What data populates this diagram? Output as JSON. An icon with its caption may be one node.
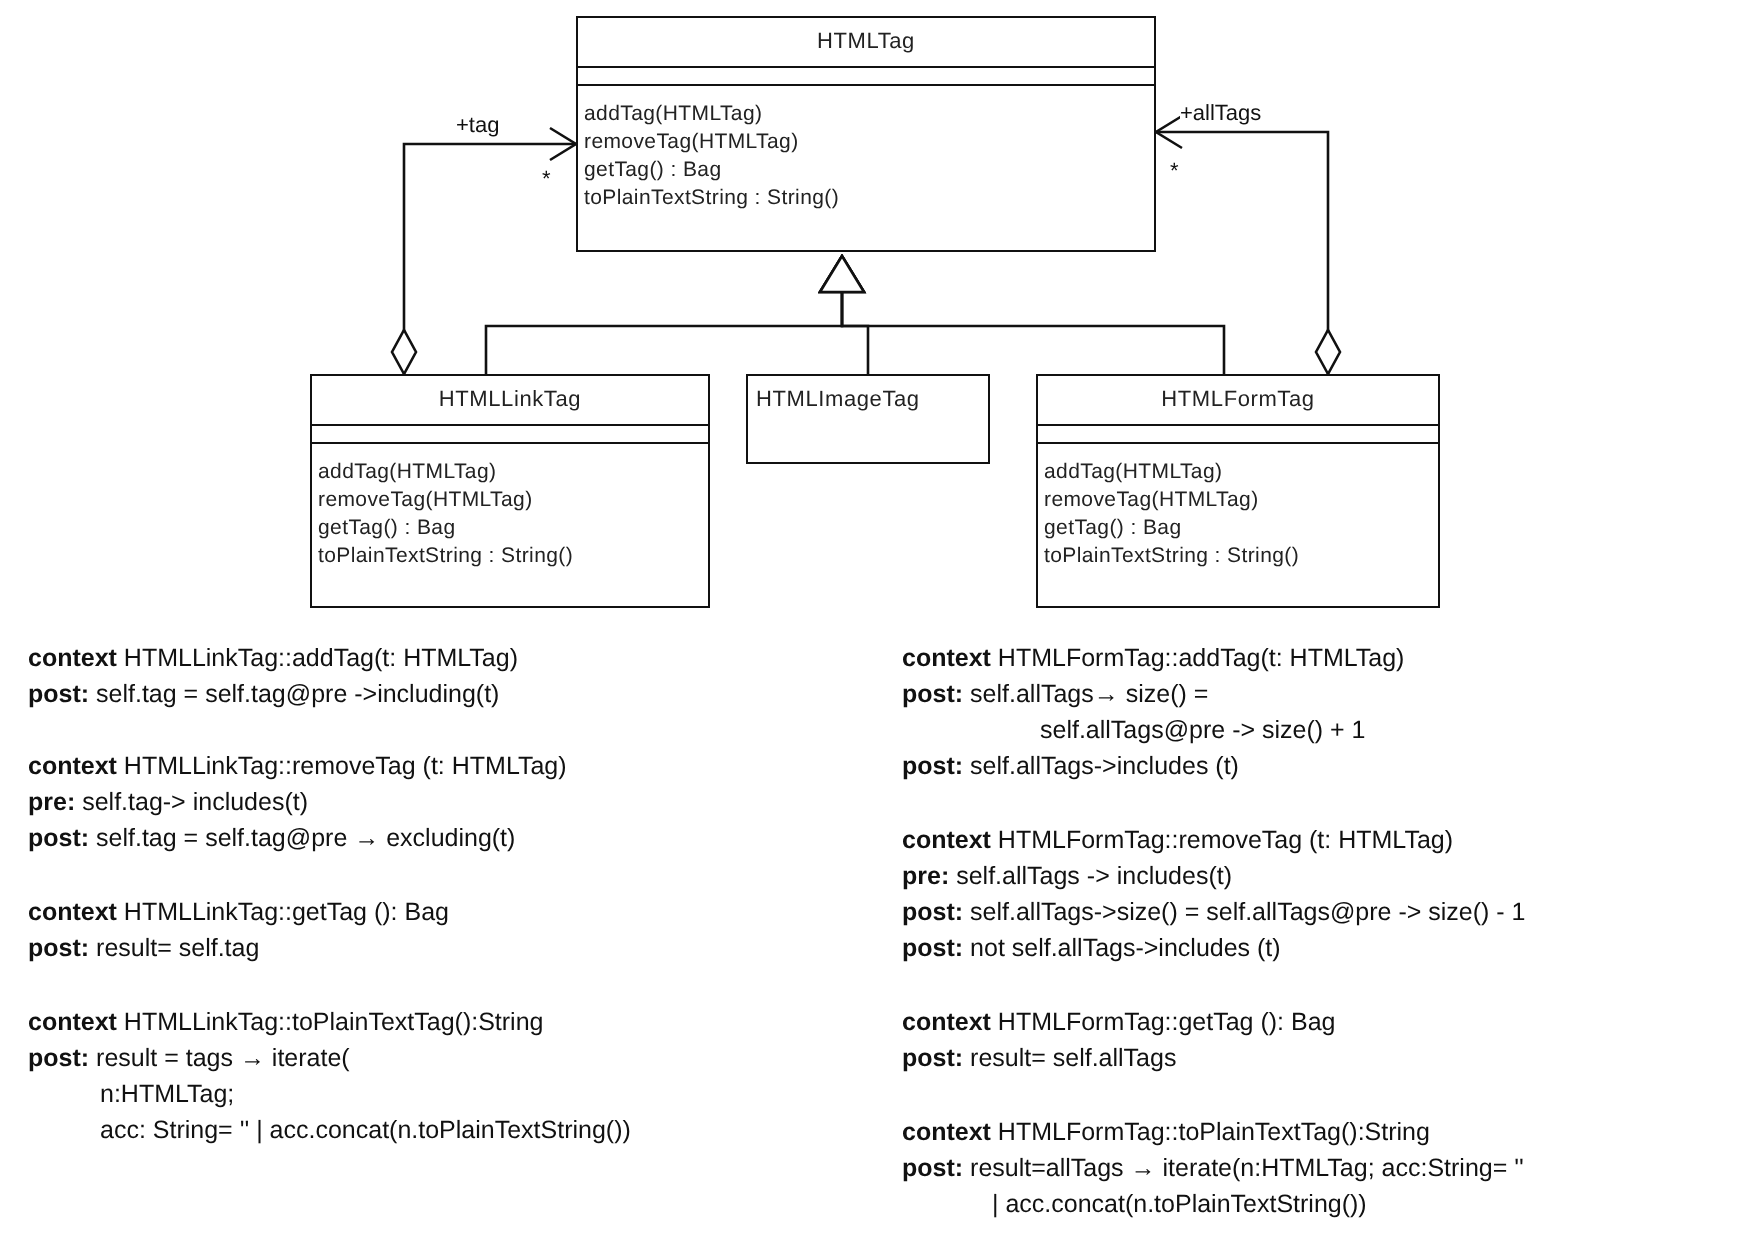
{
  "diagram": {
    "nodes": [
      {
        "text": [
          "HTMLTag",
          "addTag(HTMLTag)",
          "removeTag(HTMLTag)",
          "getTag() : Bag",
          "toPlainTextString : String()"
        ]
      },
      {
        "text": [
          "HTMLLinkTag",
          "addTag(HTMLTag)",
          "removeTag(HTMLTag)",
          "getTag() : Bag",
          "toPlainTextString : String()"
        ]
      },
      {
        "text": [
          "HTMLImageTag"
        ]
      },
      {
        "text": [
          "HTMLFormTag",
          "addTag(HTMLTag)",
          "removeTag(HTMLTag)",
          "getTag() : Bag",
          "toPlainTextString : String()"
        ]
      }
    ],
    "edges": [
      {
        "from": 1,
        "to": 0,
        "arrow": "to",
        "label": "+tag"
      },
      {
        "from": 3,
        "to": 0,
        "arrow": "to",
        "label": "+allTags"
      },
      {
        "from": 1,
        "to": 0,
        "arrow": "to"
      },
      {
        "from": 2,
        "to": 0,
        "arrow": "to"
      },
      {
        "from": 3,
        "to": 0,
        "arrow": "to"
      }
    ],
    "labels": [
      "*",
      "*",
      "**context** HTMLLinkTag::addTag(t: HTMLTag)",
      "**post:** self.tag = self.tag@pre ->including(t)",
      "**context** HTMLLinkTag::removeTag (t: HTMLTag)",
      "**pre:** self.tag-> includes(t)",
      "**post:** self.tag = self.tag@pre → excluding(t)",
      "**context** HTMLLinkTag::getTag (): Bag",
      "**post:** result= self.tag",
      "**context** HTMLLinkTag::toPlainTextTag():String",
      "**post:** result = tags → iterate(",
      "n:HTMLTag;",
      "acc: String= '' | acc.concat(n.toPlainTextString())",
      "**context** HTMLFormTag::addTag(t: HTMLTag)",
      "**post:** self.allTags→ size() =",
      "self.allTags@pre -> size() + 1",
      "**post:** self.allTags->includes (t)",
      "**context** HTMLFormTag::removeTag (t: HTMLTag)",
      "**pre:** self.allTags -> includes(t)",
      "**post:** self.allTags->size() = self.allTags@pre -> size() - 1",
      "**post:** not self.allTags->includes (t)",
      "**context** HTMLFormTag::getTag (): Bag",
      "**post:** result= self.allTags",
      "**context** HTMLFormTag::toPlainTextTag():String",
      "**post:** result=allTags → iterate(n:HTMLTag; acc:String= ''",
      "| acc.concat(n.toPlainTextString())"
    ]
  }
}
